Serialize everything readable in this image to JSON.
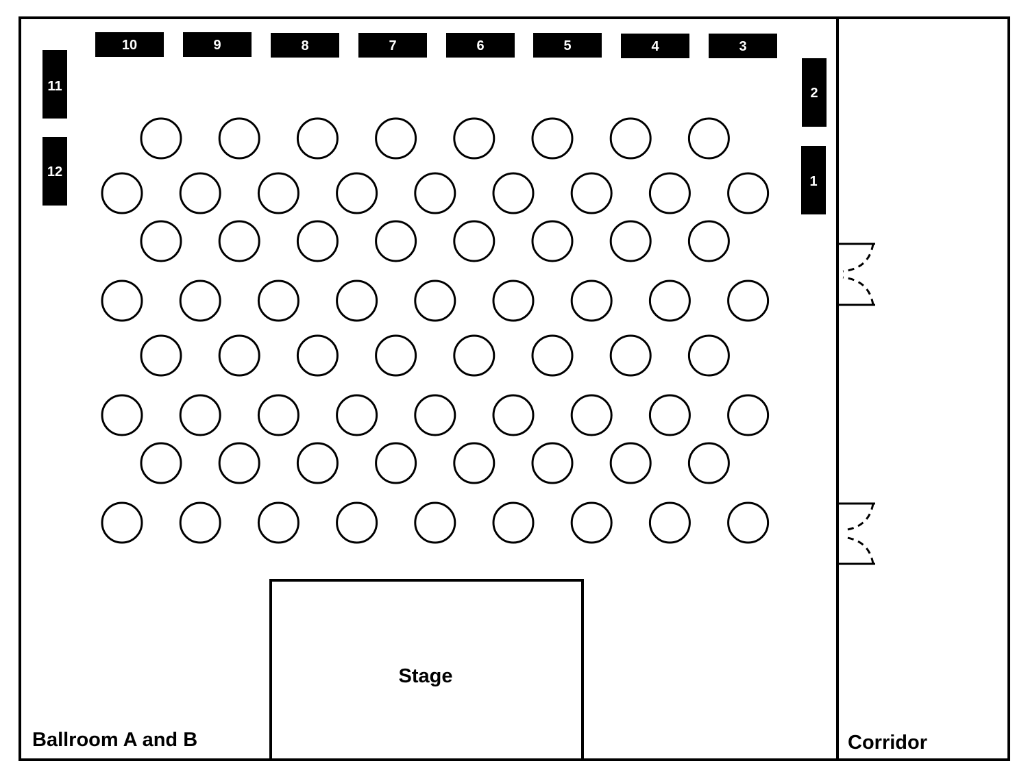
{
  "rooms": {
    "ballroom": {
      "label": "Ballroom A and B"
    },
    "corridor": {
      "label": "Corridor"
    },
    "stage": {
      "label": "Stage"
    }
  },
  "colors": {
    "line": "#000000",
    "table_fill": "#000000",
    "table_text": "#ffffff",
    "background": "#ffffff"
  },
  "booths": [
    {
      "label": "1"
    },
    {
      "label": "2"
    },
    {
      "label": "3"
    },
    {
      "label": "4"
    },
    {
      "label": "5"
    },
    {
      "label": "6"
    },
    {
      "label": "7"
    },
    {
      "label": "8"
    },
    {
      "label": "9"
    },
    {
      "label": "10"
    },
    {
      "label": "11"
    },
    {
      "label": "12"
    }
  ],
  "seating": {
    "rows": [
      8,
      9,
      8,
      9,
      8,
      9,
      8,
      9
    ]
  },
  "doors": [
    {
      "type": "double-door"
    },
    {
      "type": "double-door"
    }
  ]
}
